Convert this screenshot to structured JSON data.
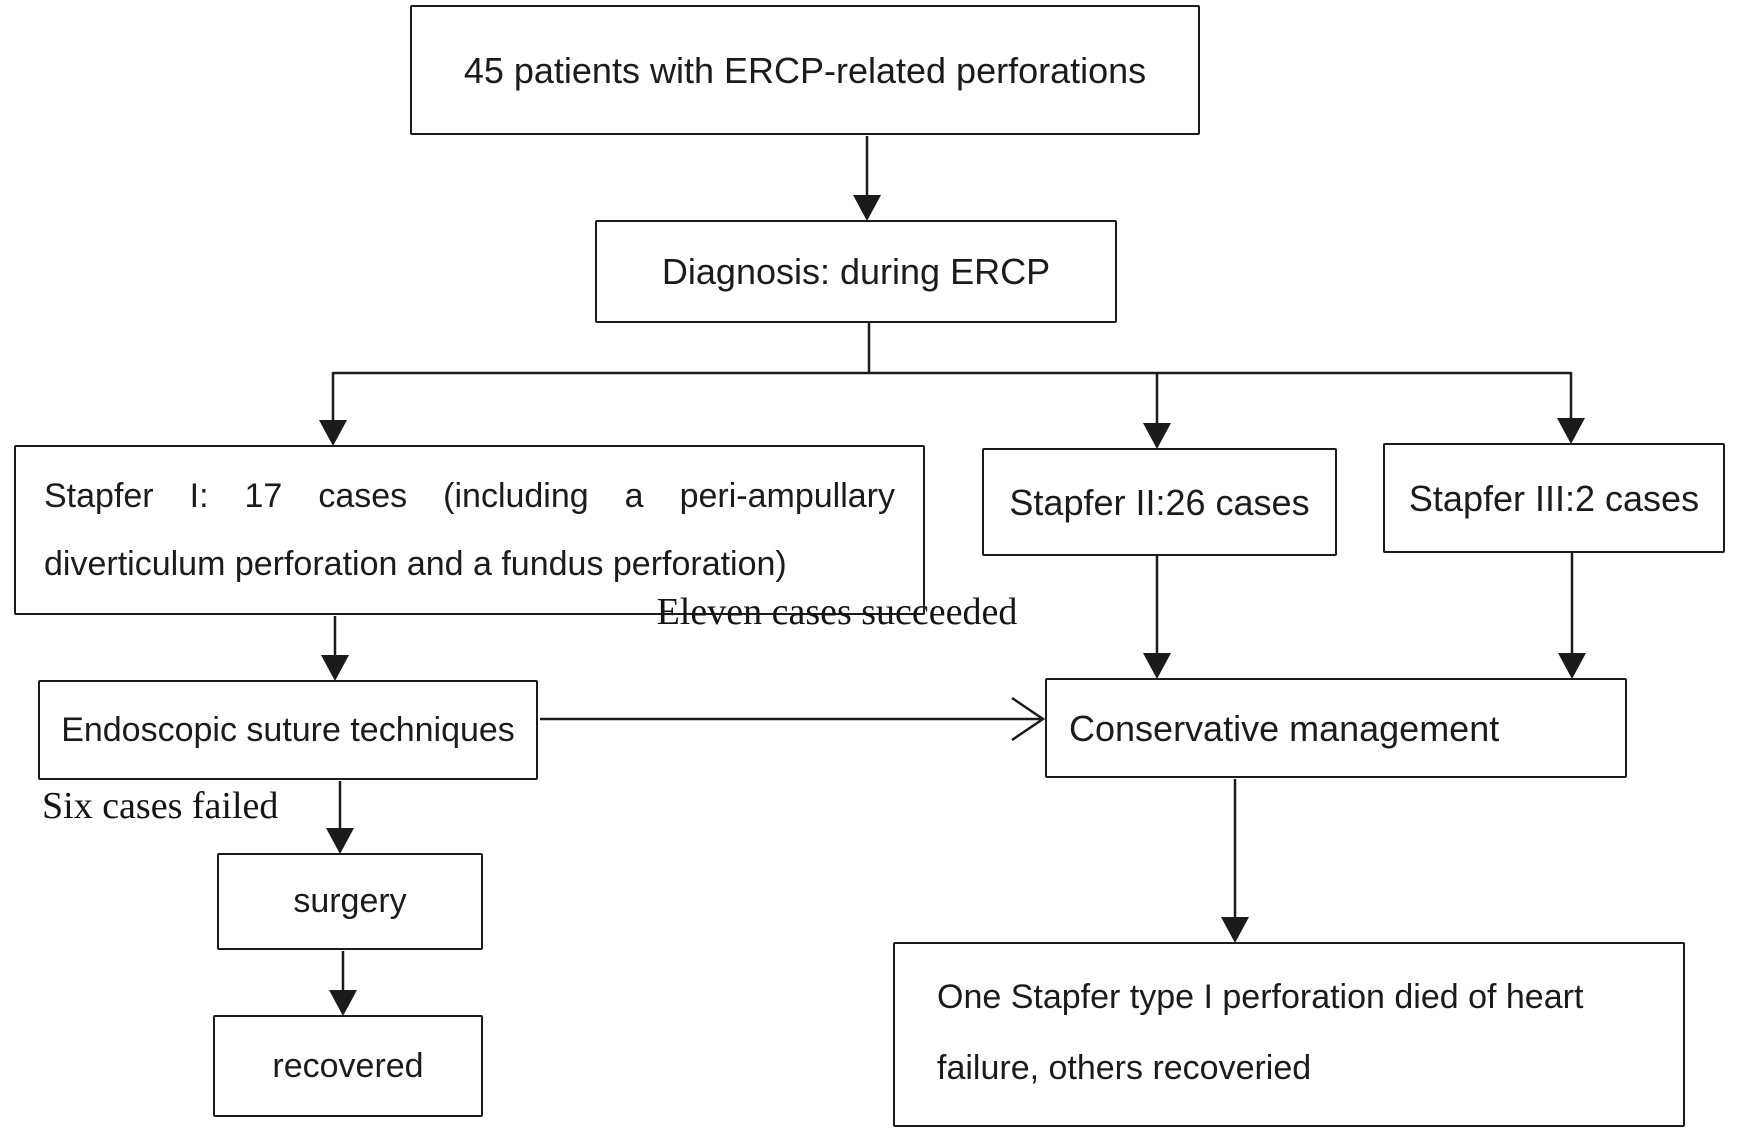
{
  "nodes": {
    "patients": {
      "label": "45 patients with ERCP-related perforations"
    },
    "diagnosis": {
      "label": "Diagnosis: during ERCP"
    },
    "stapfer1": {
      "line1": "Stapfer I: 17 cases (including a peri-ampullary",
      "line2": "diverticulum perforation and a fundus perforation)"
    },
    "stapfer2": {
      "label": "Stapfer II:26 cases"
    },
    "stapfer3": {
      "label": "Stapfer III:2 cases"
    },
    "endoscopic": {
      "label": "Endoscopic suture techniques"
    },
    "surgery": {
      "label": "surgery"
    },
    "recovered": {
      "label": "recovered"
    },
    "conservative": {
      "label": "Conservative management"
    },
    "outcome": {
      "line1": "One Stapfer type I perforation died of heart",
      "line2": "failure, others recoveried"
    }
  },
  "edge_labels": {
    "succeeded": "Eleven cases succeeded",
    "failed": "Six cases failed"
  },
  "colors": {
    "line": "#1b1b1b",
    "box_border": "#1b1b1b",
    "text": "#1b1b1b",
    "background": "#ffffff"
  }
}
